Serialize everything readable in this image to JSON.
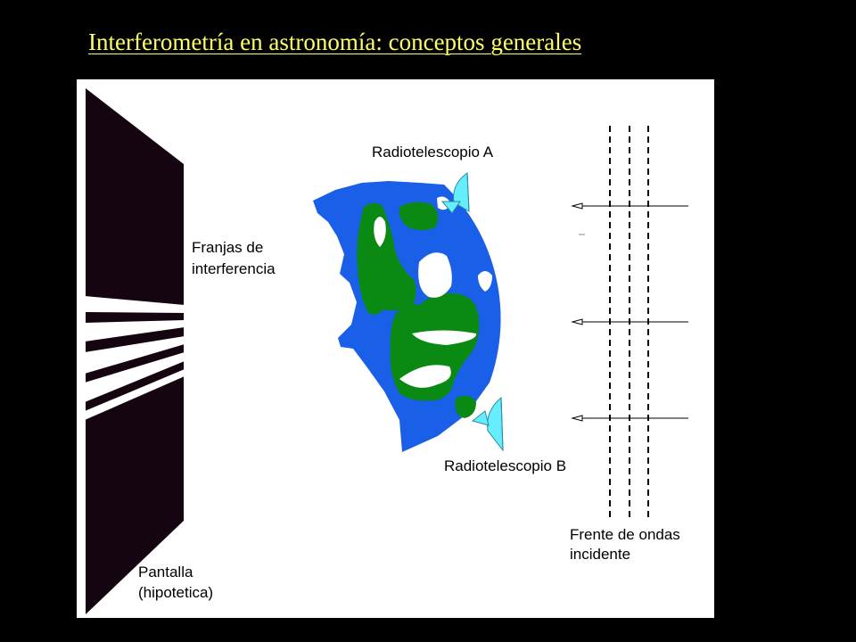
{
  "title": "Interferometría en astronomía: conceptos generales",
  "labels": {
    "radiotelescope_a": "Radiotelescopio A",
    "radiotelescope_b": "Radiotelescopio B",
    "fringes": [
      "Franjas de",
      "interferencia"
    ],
    "wavefront": [
      "Frente de ondas",
      "incidente"
    ],
    "screen": [
      "Pantalla",
      "(hipotetica)"
    ]
  },
  "colors": {
    "background": "#000000",
    "title": "#FFFF66",
    "panel": "#FFFFFF",
    "ocean": "#1A5FE8",
    "land": "#0A8A12",
    "telescope": "#66EEFF",
    "screen": "#140510"
  }
}
